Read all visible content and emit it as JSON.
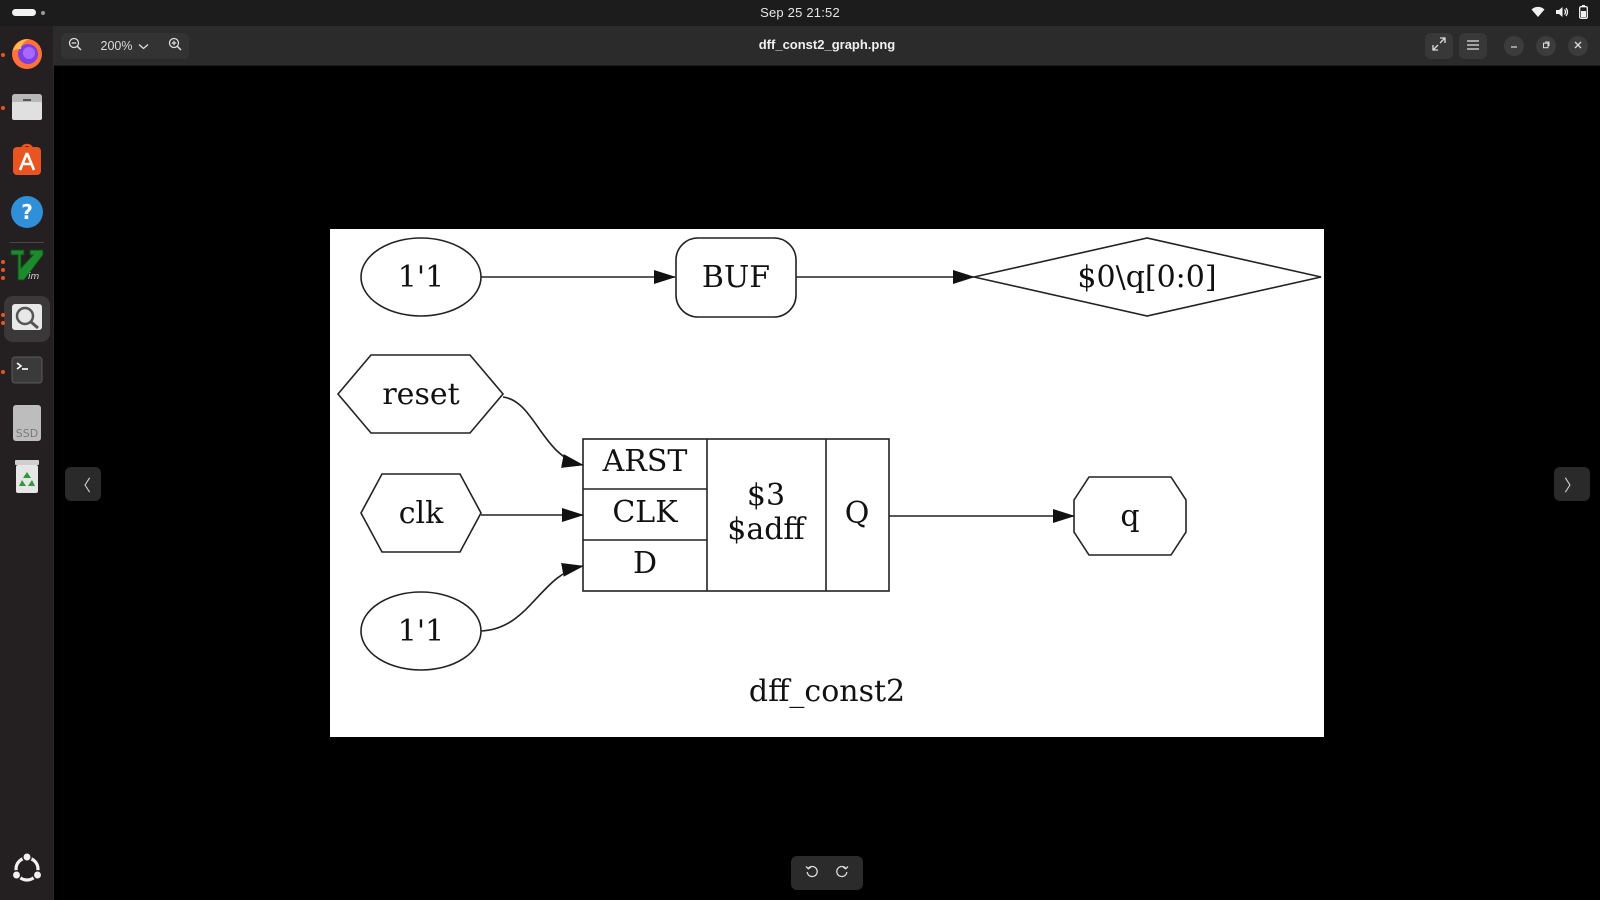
{
  "topbar": {
    "clock": "Sep 25  21:52",
    "tray_icons": [
      "wifi-icon",
      "volume-icon",
      "battery-icon"
    ]
  },
  "dock": {
    "items": [
      {
        "name": "firefox",
        "icon": "firefox-icon",
        "running": true
      },
      {
        "name": "files",
        "icon": "files-icon",
        "running": true
      },
      {
        "name": "app-center",
        "icon": "app-center-icon",
        "running": false
      },
      {
        "name": "help",
        "icon": "help-icon",
        "running": false
      },
      {
        "name": "vim",
        "icon": "vim-icon",
        "running": true
      },
      {
        "name": "image-viewer",
        "icon": "image-viewer-icon",
        "running": true,
        "active": true
      },
      {
        "name": "terminal",
        "icon": "terminal-icon",
        "running": true
      },
      {
        "name": "ssd-drive",
        "icon": "drive-icon",
        "label": "SSD",
        "running": false
      },
      {
        "name": "trash",
        "icon": "trash-icon",
        "running": false
      }
    ],
    "show_apps_icon": "ubuntu-logo-icon"
  },
  "viewer": {
    "title": "dff_const2_graph.png",
    "zoom": "200%",
    "prev_label": "〈",
    "next_label": "〉"
  },
  "graph": {
    "nodes": {
      "const_top": "1'1",
      "buf": "BUF",
      "wire": "$0\\q[0:0]",
      "reset": "reset",
      "clk": "clk",
      "const_bottom": "1'1",
      "port_arst": "ARST",
      "port_clk": "CLK",
      "port_d": "D",
      "cell_id": "$3",
      "cell_type": "$adff",
      "port_q": "Q",
      "output_q": "q"
    },
    "caption": "dff_const2"
  },
  "colors": {
    "topbar_bg": "#1c1c1c",
    "dock_bg": "#242021",
    "headerbar_bg": "#2b2b2b",
    "accent": "#e95420"
  }
}
